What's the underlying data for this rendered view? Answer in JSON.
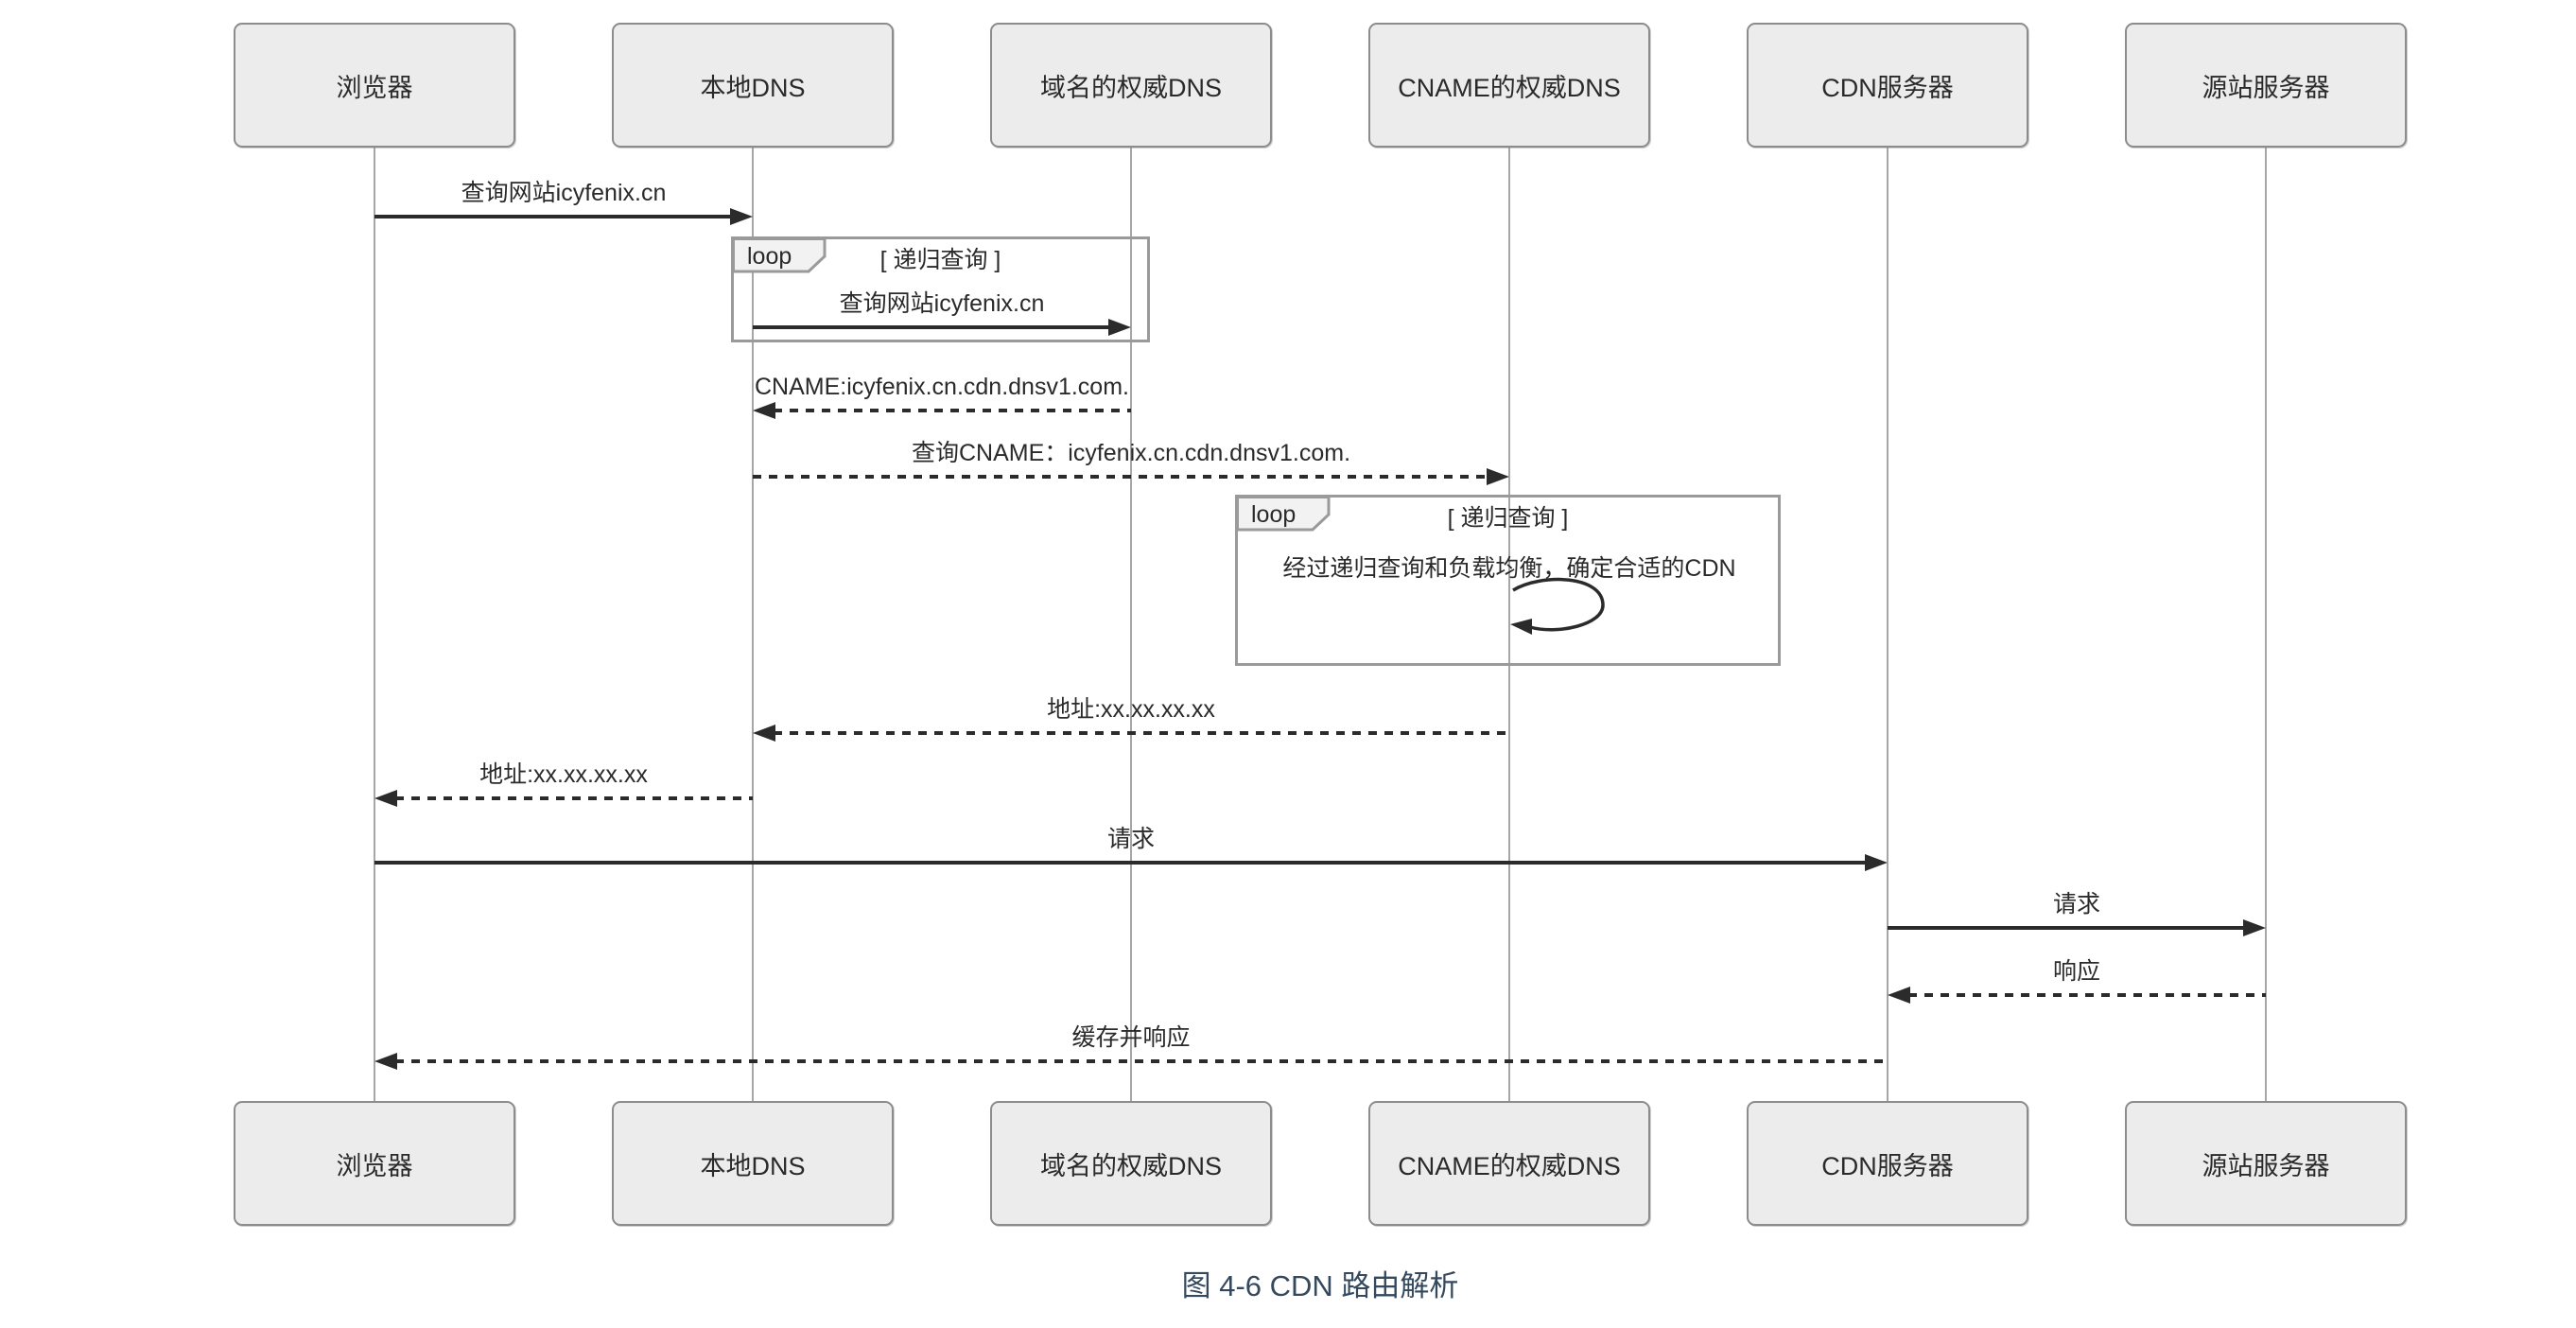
{
  "diagram": {
    "type": "uml-sequence",
    "caption": {
      "text": "图 4-6 CDN 路由解析",
      "color": "#34495e"
    },
    "actors": [
      {
        "id": "browser",
        "label": "浏览器"
      },
      {
        "id": "local-dns",
        "label": "本地DNS"
      },
      {
        "id": "domain-authoritative-dns",
        "label": "域名的权威DNS"
      },
      {
        "id": "cname-authoritative-dns",
        "label": "CNAME的权威DNS"
      },
      {
        "id": "cdn-server",
        "label": "CDN服务器"
      },
      {
        "id": "origin-server",
        "label": "源站服务器"
      }
    ],
    "messages": [
      {
        "from": 0,
        "to": 1,
        "label": "查询网站icyfenix.cn",
        "line": "solid"
      },
      {
        "from": 1,
        "to": 2,
        "label": "查询网站icyfenix.cn",
        "line": "solid"
      },
      {
        "from": 2,
        "to": 1,
        "label": "CNAME:icyfenix.cn.cdn.dnsv1.com.",
        "line": "dashed"
      },
      {
        "from": 1,
        "to": 3,
        "label": "查询CNAME：icyfenix.cn.cdn.dnsv1.com.",
        "line": "dashed"
      },
      {
        "from": 3,
        "to": 3,
        "label": "经过递归查询和负载均衡，确定合适的CDN",
        "line": "self"
      },
      {
        "from": 3,
        "to": 1,
        "label": "地址:xx.xx.xx.xx",
        "line": "dashed"
      },
      {
        "from": 1,
        "to": 0,
        "label": "地址:xx.xx.xx.xx",
        "line": "dashed"
      },
      {
        "from": 0,
        "to": 4,
        "label": "请求",
        "line": "solid"
      },
      {
        "from": 4,
        "to": 5,
        "label": "请求",
        "line": "solid"
      },
      {
        "from": 5,
        "to": 4,
        "label": "响应",
        "line": "dashed"
      },
      {
        "from": 4,
        "to": 0,
        "label": "缓存并响应",
        "line": "dashed"
      }
    ],
    "loops": [
      {
        "label": "loop",
        "condition": "[ 递归查询 ]"
      },
      {
        "label": "loop",
        "condition": "[ 递归查询 ]"
      }
    ],
    "colors": {
      "background": "#ffffff",
      "actor_fill": "#ececec",
      "actor_border": "#8c8c8c",
      "lifeline": "#a6a6a6",
      "line": "#2b2b2b",
      "loop_border": "#9a9a9a",
      "loop_tab_fill": "#f2f2f2",
      "text": "#2a2a2a",
      "caption": "#34495e"
    }
  }
}
